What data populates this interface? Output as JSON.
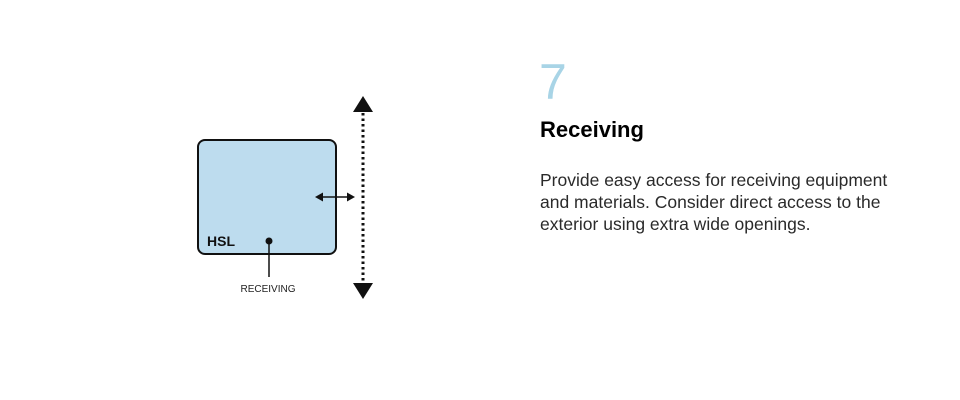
{
  "diagram": {
    "room_label": "HSL",
    "callout_label": "RECEIVING",
    "room_fill_color": "#bddcee",
    "stroke_color": "#111111"
  },
  "section": {
    "number": "7",
    "number_color": "#a8d4e6",
    "title": "Receiving",
    "body": "Provide easy access for receiving equipment and materials. Consider direct access to the exterior using extra wide openings."
  }
}
